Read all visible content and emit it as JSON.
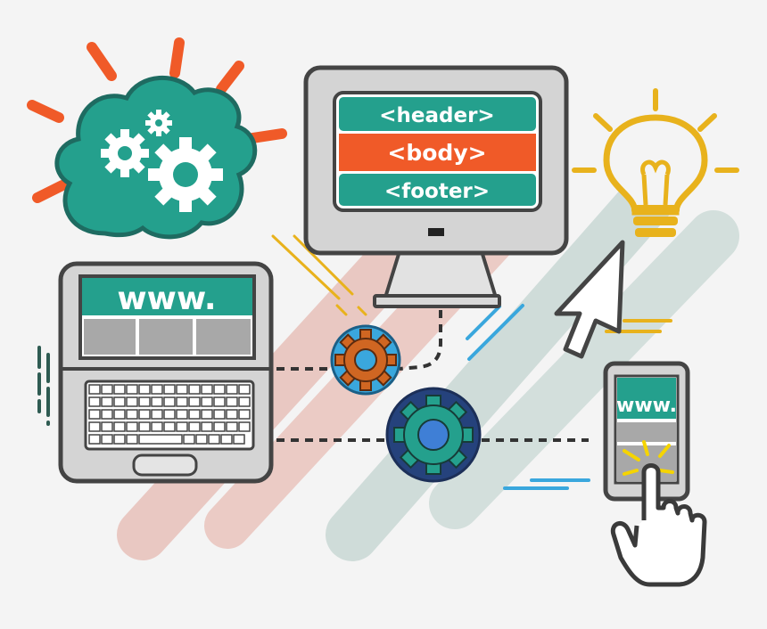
{
  "monitor": {
    "rows": [
      "<header>",
      "<body>",
      "<footer>"
    ],
    "row_colors": [
      "#24a08d",
      "#f05a28",
      "#24a08d"
    ]
  },
  "laptop": {
    "screen_text": "www."
  },
  "phone": {
    "screen_text": "www."
  },
  "icons": [
    "cloud-gears-icon",
    "lightbulb-icon",
    "cursor-arrow-icon",
    "hand-pointer-icon",
    "gear-icon"
  ],
  "colors": {
    "teal": "#24a08d",
    "orange": "#f05a28",
    "navy": "#25427c",
    "blue": "#3aa7dd",
    "yellow": "#e8b21c",
    "gray": "#cfcfcf",
    "outline": "#3a3a3a"
  }
}
